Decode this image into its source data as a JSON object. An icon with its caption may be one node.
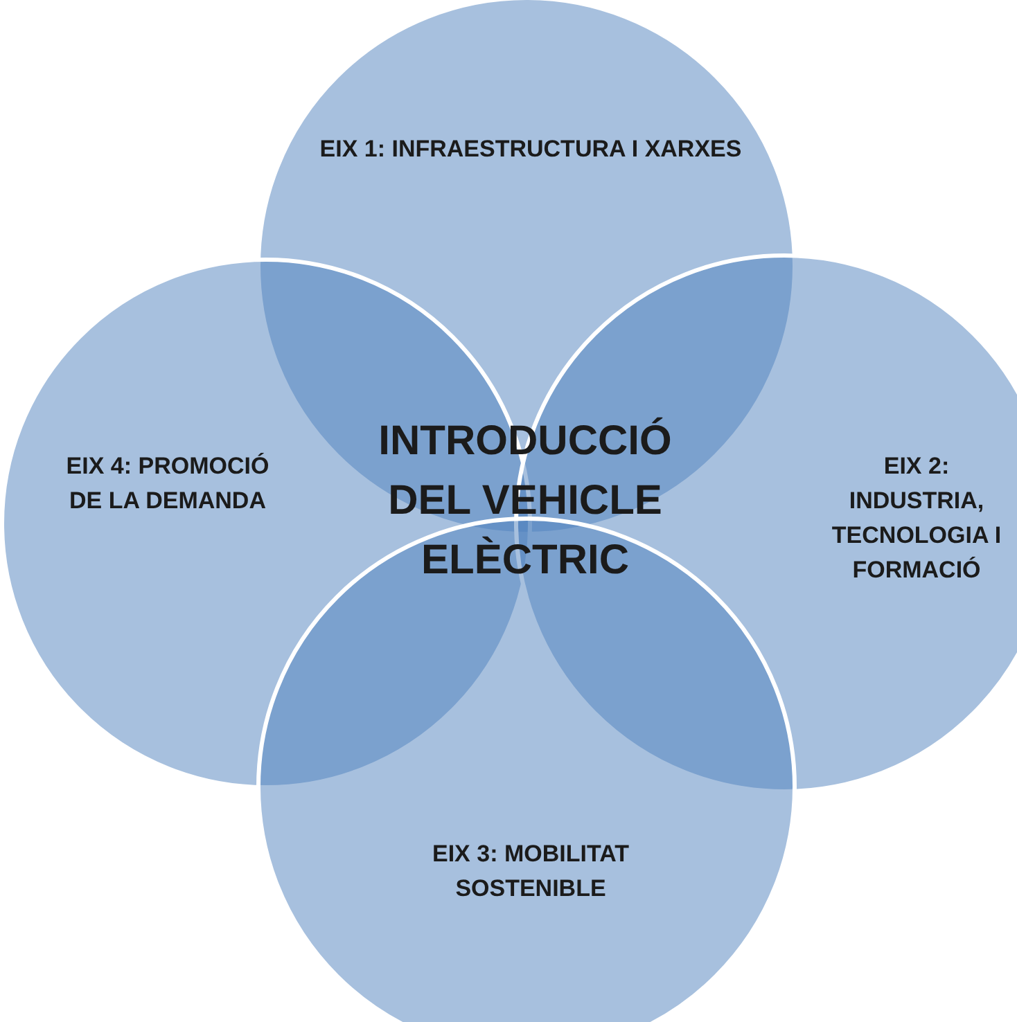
{
  "diagram": {
    "nodes": [
      {
        "text": [
          "EIX 1: INFRAESTRUCTURA I XARXES"
        ]
      },
      {
        "text": [
          "EIX 4: PROMOCIÓ DE LA DEMANDA"
        ]
      },
      {
        "text": [
          "EIX 2: INDUSTRIA, TECNOLOGIA I FORMACIÓ"
        ]
      },
      {
        "text": [
          "EIX 3: MOBILITAT SOSTENIBLE"
        ]
      }
    ],
    "edges": [],
    "labels": [
      "INTRODUCCIÓ DEL VEHICLE ELÈCTRIC"
    ]
  }
}
